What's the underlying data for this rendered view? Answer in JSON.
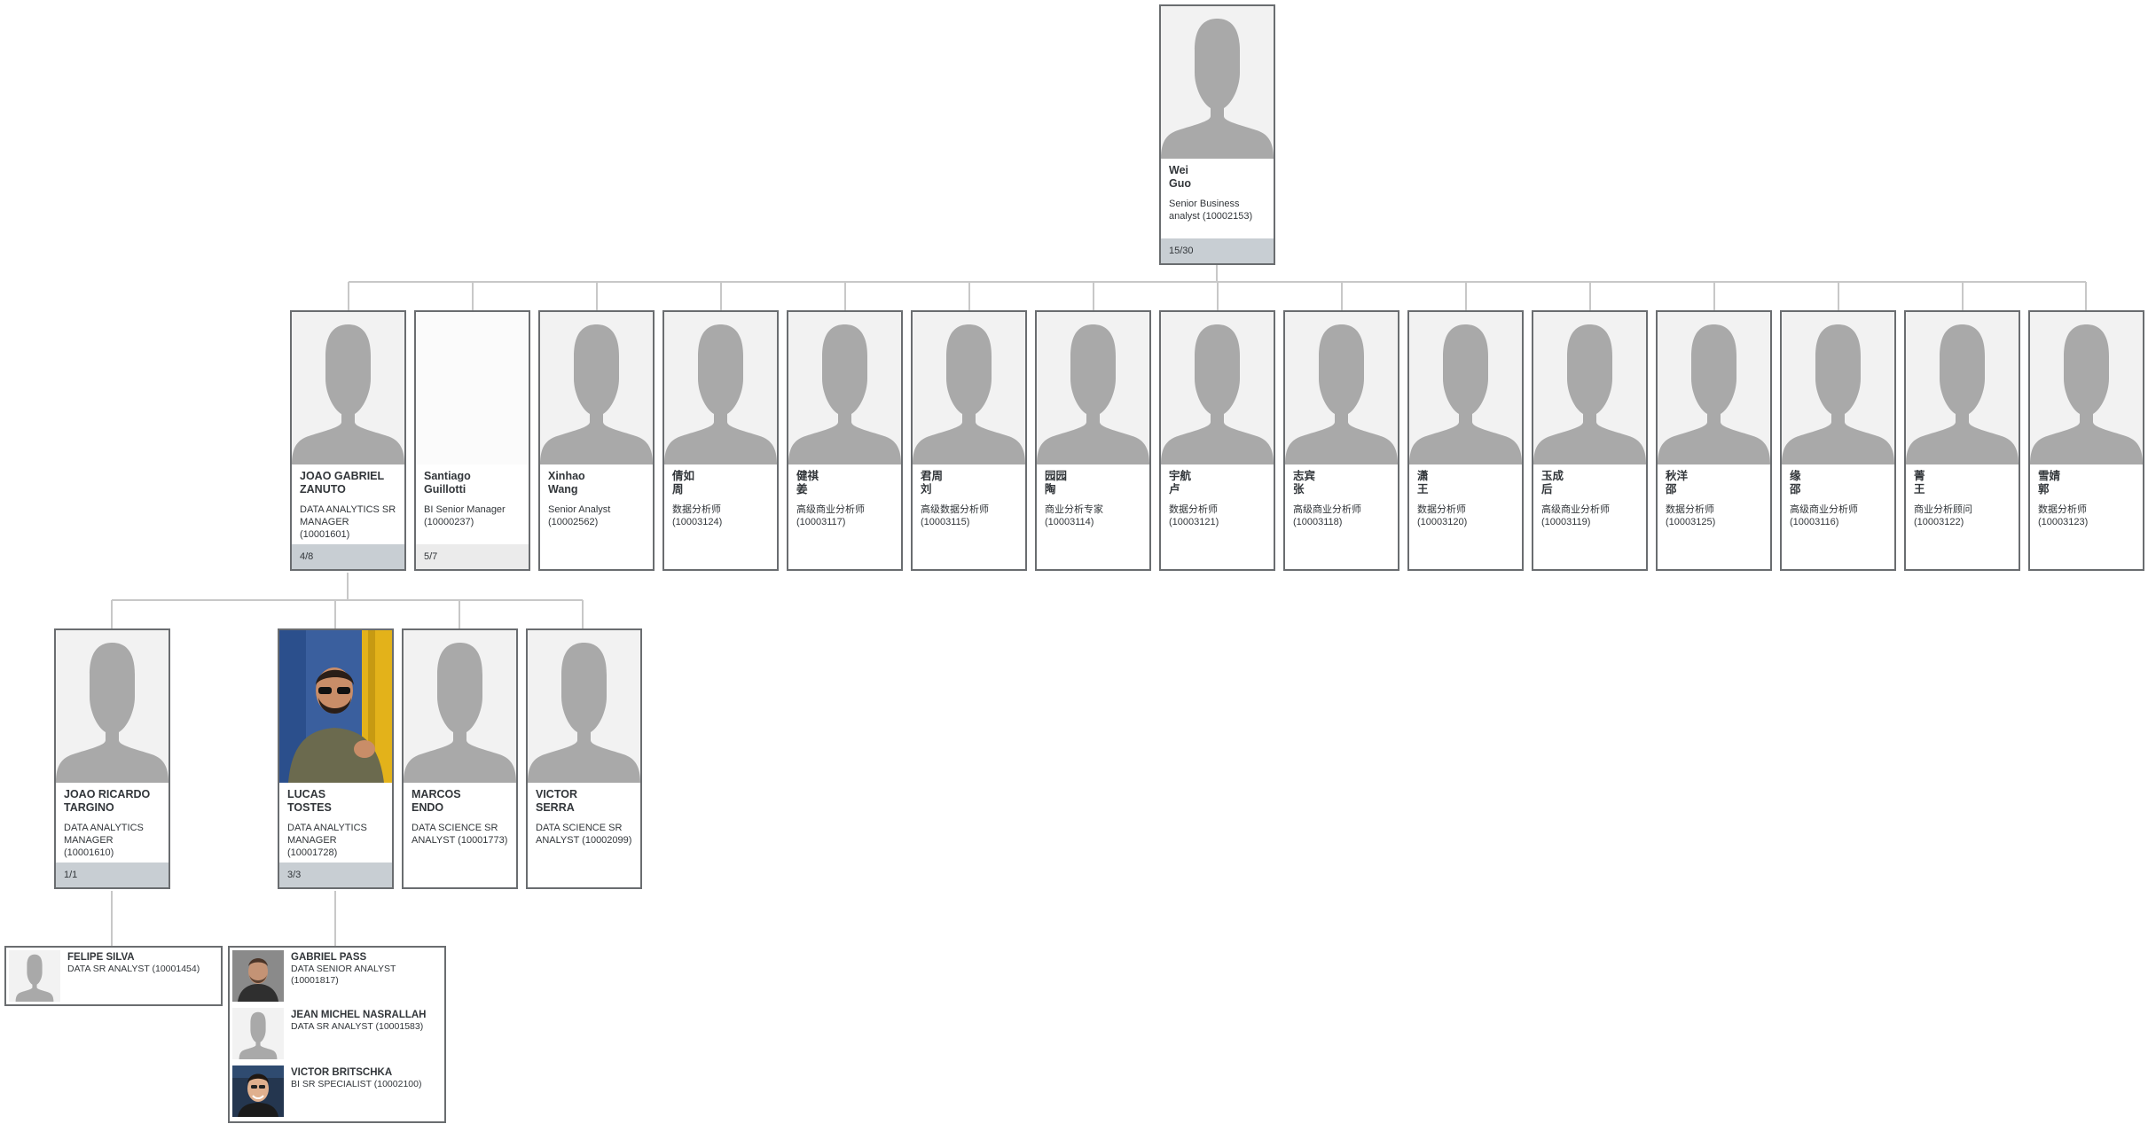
{
  "root": {
    "first": "Wei",
    "last": "Guo",
    "title": "Senior Business analyst (10002153)",
    "count": "15/30"
  },
  "level1": [
    {
      "first": "JOAO GABRIEL",
      "last": "ZANUTO",
      "title": "DATA ANALYTICS SR MANAGER (10001601)",
      "count": "4/8",
      "photo": "placeholder"
    },
    {
      "first": "Santiago",
      "last": "Guillotti",
      "title": "BI Senior Manager (10000237)",
      "count": "5/7",
      "photo": "blank"
    },
    {
      "first": "Xinhao",
      "last": "Wang",
      "title": "Senior Analyst (10002562)",
      "count": "",
      "photo": "placeholder"
    },
    {
      "first": "倩如",
      "last": "周",
      "title": "数据分析师 (10003124)",
      "count": "",
      "photo": "placeholder"
    },
    {
      "first": "健祺",
      "last": "姜",
      "title": "高级商业分析师 (10003117)",
      "count": "",
      "photo": "placeholder"
    },
    {
      "first": "君周",
      "last": "刘",
      "title": "高级数据分析师 (10003115)",
      "count": "",
      "photo": "placeholder"
    },
    {
      "first": "园园",
      "last": "陶",
      "title": "商业分析专家 (10003114)",
      "count": "",
      "photo": "placeholder"
    },
    {
      "first": "宇航",
      "last": "卢",
      "title": "数据分析师 (10003121)",
      "count": "",
      "photo": "placeholder"
    },
    {
      "first": "志宾",
      "last": "张",
      "title": "高级商业分析师 (10003118)",
      "count": "",
      "photo": "placeholder"
    },
    {
      "first": "潇",
      "last": "王",
      "title": "数据分析师 (10003120)",
      "count": "",
      "photo": "placeholder"
    },
    {
      "first": "玉成",
      "last": "后",
      "title": "高级商业分析师 (10003119)",
      "count": "",
      "photo": "placeholder"
    },
    {
      "first": "秋洋",
      "last": "邵",
      "title": "数据分析师 (10003125)",
      "count": "",
      "photo": "placeholder"
    },
    {
      "first": "缘",
      "last": "邵",
      "title": "高级商业分析师 (10003116)",
      "count": "",
      "photo": "placeholder"
    },
    {
      "first": "菁",
      "last": "王",
      "title": "商业分析顾问 (10003122)",
      "count": "",
      "photo": "placeholder"
    },
    {
      "first": "雪婧",
      "last": "郭",
      "title": "数据分析师 (10003123)",
      "count": "",
      "photo": "placeholder"
    }
  ],
  "level2": [
    {
      "first": "JOAO RICARDO",
      "last": "TARGINO",
      "title": "DATA ANALYTICS MANAGER (10001610)",
      "count": "1/1",
      "photo": "placeholder"
    },
    {
      "first": "LUCAS",
      "last": "TOSTES",
      "title": "DATA ANALYTICS MANAGER (10001728)",
      "count": "3/3",
      "photo": "photo-lucas"
    },
    {
      "first": "MARCOS",
      "last": "ENDO",
      "title": "DATA SCIENCE SR ANALYST (10001773)",
      "count": "",
      "photo": "placeholder"
    },
    {
      "first": "VICTOR",
      "last": "SERRA",
      "title": "DATA SCIENCE SR ANALYST (10002099)",
      "count": "",
      "photo": "placeholder"
    }
  ],
  "leaf_groups": [
    {
      "members": [
        {
          "name": "FELIPE SILVA",
          "title": "DATA SR ANALYST (10001454)",
          "photo": "placeholder"
        }
      ]
    },
    {
      "members": [
        {
          "name": "GABRIEL PASS",
          "title": "DATA SENIOR ANALYST (10001817)",
          "photo": "photo-gabriel"
        },
        {
          "name": "JEAN MICHEL NASRALLAH",
          "title": "DATA SR ANALYST (10001583)",
          "photo": "placeholder"
        },
        {
          "name": "VICTOR BRITSCHKA",
          "title": "BI SR SPECIALIST (10002100)",
          "photo": "photo-victor"
        }
      ]
    }
  ],
  "colors": {
    "card_border": "#6a6d70",
    "connector": "#c8c8c8",
    "count_bar": "#c8ced3",
    "count_bar_light": "#ebebeb",
    "photo_bg": "#f2f2f2",
    "silhouette": "#a9a9a9"
  },
  "icons": {
    "placeholder": "person-silhouette-icon"
  }
}
